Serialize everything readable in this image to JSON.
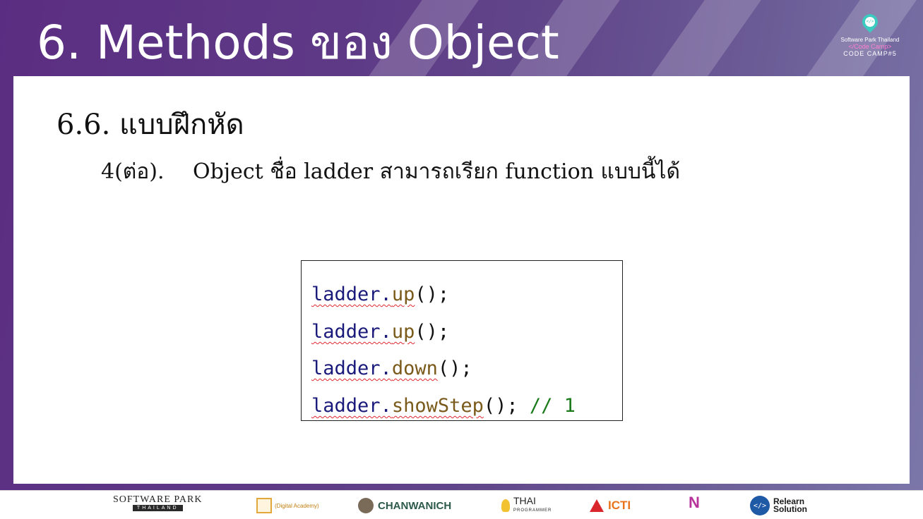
{
  "header": {
    "title": "6. Methods ของ Object",
    "logo": {
      "line1": "Software Park Thailand",
      "line2": "</Code Camp>",
      "line3": "CODE CAMP#5",
      "icon": "code-pin-icon"
    }
  },
  "content": {
    "heading": "6.6.  แบบฝึกหัด",
    "exercise_number": "4(ต่อ).",
    "exercise_text": "Object ชื่อ ladder สามารถเรียก function แบบนี้ได้",
    "code": [
      {
        "object": "ladder",
        "dot": ".",
        "method": "up",
        "suffix": "();",
        "comment": ""
      },
      {
        "object": "ladder",
        "dot": ".",
        "method": "up",
        "suffix": "();",
        "comment": ""
      },
      {
        "object": "ladder",
        "dot": ".",
        "method": "down",
        "suffix": "();",
        "comment": ""
      },
      {
        "object": "ladder",
        "dot": ".",
        "method": "showStep",
        "suffix": "(); ",
        "comment": "// 1"
      }
    ]
  },
  "footer": {
    "sponsors": {
      "software_park": {
        "line1": "SOFTWARE PARK",
        "line2": "THAILAND"
      },
      "digital_academy": {
        "label": "(Digital Academy)"
      },
      "chanwanich": {
        "label": "CHANWANICH"
      },
      "thai_programmer": {
        "line1": "THAI",
        "line2": "PROGRAMMER"
      },
      "icti": {
        "label": "ICTI"
      },
      "n": {
        "label": "N"
      },
      "relearn": {
        "line1": "Relearn",
        "line2": "Solution"
      }
    }
  },
  "colors": {
    "banner": "#5b2d82",
    "identifier": "#1a1a7a",
    "method": "#7a5a1a",
    "comment": "#1a7a1a",
    "spellcheck": "#e0282e"
  }
}
